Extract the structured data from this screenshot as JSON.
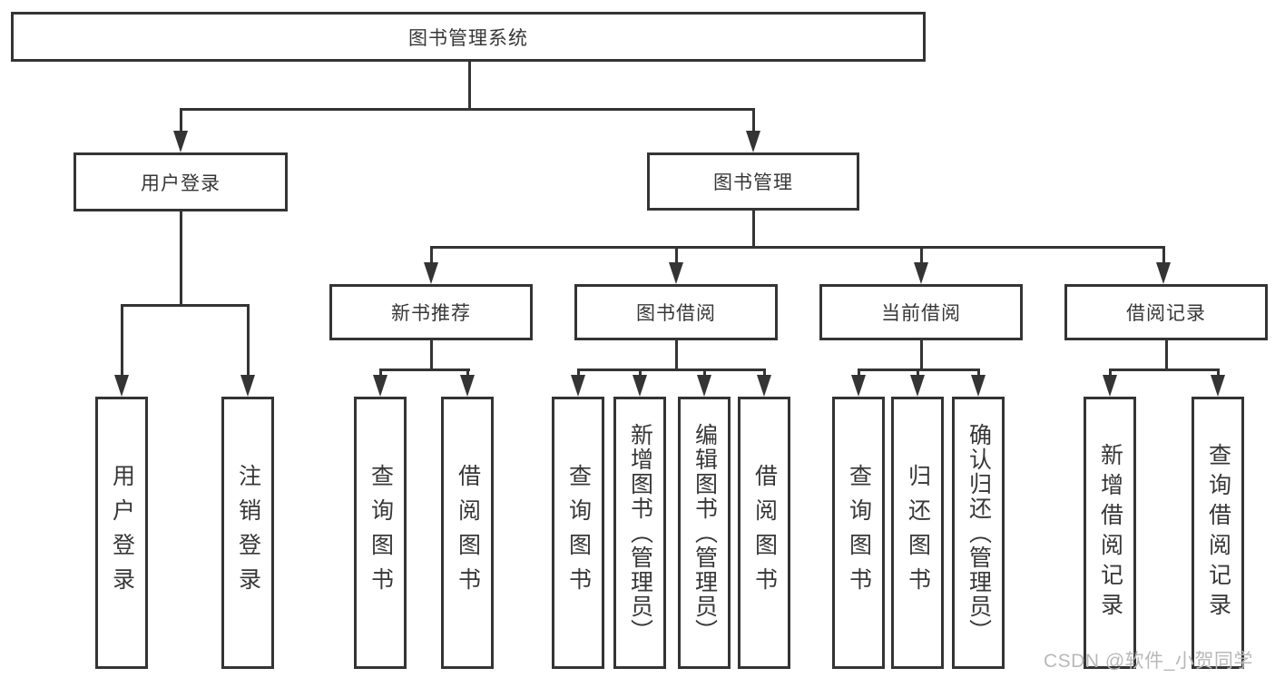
{
  "diagram_type": "tree",
  "colors": {
    "line": "#343434",
    "text": "#373737",
    "watermark": "#b9b9b9",
    "background": "#ffffff"
  },
  "tree": {
    "root": {
      "label": "图书管理系统",
      "children": [
        {
          "label": "用户登录",
          "children": [
            {
              "label": "用户登录"
            },
            {
              "label": "注销登录"
            }
          ]
        },
        {
          "label": "图书管理",
          "children": [
            {
              "label": "新书推荐",
              "children": [
                {
                  "label": "查询图书"
                },
                {
                  "label": "借阅图书"
                }
              ]
            },
            {
              "label": "图书借阅",
              "children": [
                {
                  "label": "查询图书"
                },
                {
                  "label": "新增图书（管理员）"
                },
                {
                  "label": "编辑图书（管理员）"
                },
                {
                  "label": "借阅图书"
                }
              ]
            },
            {
              "label": "当前借阅",
              "children": [
                {
                  "label": "查询图书"
                },
                {
                  "label": "归还图书"
                },
                {
                  "label": "确认归还（管理员）"
                }
              ]
            },
            {
              "label": "借阅记录",
              "children": [
                {
                  "label": "新增借阅记录"
                },
                {
                  "label": "查询借阅记录"
                }
              ]
            }
          ]
        }
      ]
    }
  },
  "watermark": "CSDN @软件_小贺同学"
}
